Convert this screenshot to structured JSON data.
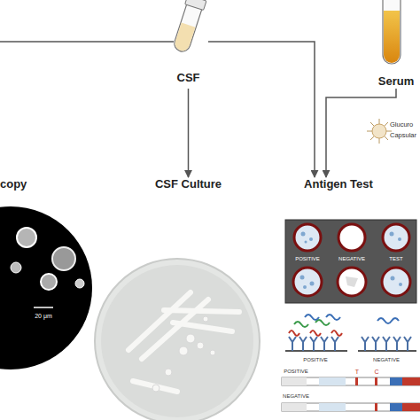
{
  "diagram": {
    "nodes": [
      {
        "text": [
          "CSF"
        ]
      },
      {
        "text": [
          "Serum"
        ]
      },
      {
        "text": [
          "copy"
        ]
      },
      {
        "text": [
          "CSF Culture"
        ]
      },
      {
        "text": [
          "Antigen Test"
        ]
      }
    ],
    "edges": [
      {
        "from": 0,
        "to": 3,
        "arrow": "to"
      },
      {
        "from": 0,
        "to": 4,
        "arrow": "to"
      },
      {
        "from": 1,
        "to": 4,
        "arrow": "to"
      }
    ],
    "labels": [
      "20 μm",
      "Glucuro",
      "Capsular",
      "POSITIVE",
      "NEGATIVE",
      "TEST",
      "POSITIVE",
      "NEGATIVE",
      "POSITIVE",
      "NEGATIVE",
      "T",
      "C"
    ]
  }
}
